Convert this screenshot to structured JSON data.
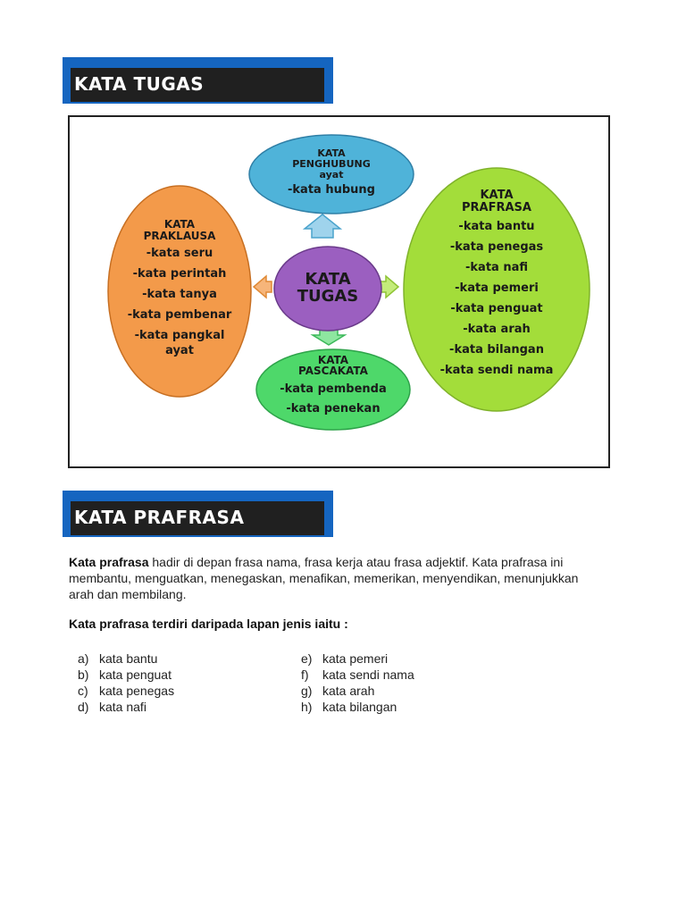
{
  "section1": {
    "title": "KATA TUGAS"
  },
  "diagram": {
    "center": {
      "line1": "KATA",
      "line2": "TUGAS"
    },
    "top": {
      "title1": "KATA",
      "title2": "PENGHUBUNG",
      "title3": "ayat",
      "items": [
        "-kata hubung"
      ]
    },
    "left": {
      "title1": "KATA",
      "title2": "PRAKLAUSA",
      "items": [
        "-kata seru",
        "-kata perintah",
        "-kata tanya",
        "-kata pembenar",
        "-kata pangkal",
        "ayat"
      ]
    },
    "right": {
      "title1": "KATA",
      "title2": "PRAFRASA",
      "items": [
        "-kata bantu",
        "-kata penegas",
        "-kata nafi",
        "-kata pemeri",
        "-kata penguat",
        "-kata arah",
        "-kata bilangan",
        "-kata sendi nama"
      ]
    },
    "bottom": {
      "title1": "KATA",
      "title2": "PASCAKATA",
      "items": [
        "-kata pembenda",
        "-kata penekan"
      ]
    },
    "colors": {
      "top": "#4fb3d9",
      "left": "#f39a4a",
      "right": "#a3dd3a",
      "bottom": "#4ed86a",
      "center": "#9b5fc0"
    }
  },
  "section2": {
    "title": "KATA PRAFRASA"
  },
  "intro": {
    "lead": "Kata prafrasa",
    "line1": " hadir di depan frasa nama, frasa kerja atau frasa adjektif. Kata prafrasa ini",
    "line2": "membantu, menguatkan, menegaskan, menafikan, memerikan, menyendikan, menunjukkan",
    "line3": "arah dan membilang."
  },
  "subheading": "Kata prafrasa terdiri daripada lapan jenis iaitu :",
  "list_left": [
    {
      "marker": "a)",
      "text": "kata bantu"
    },
    {
      "marker": "b)",
      "text": "kata penguat"
    },
    {
      "marker": "c)",
      "text": "kata penegas"
    },
    {
      "marker": "d)",
      "text": "kata nafi"
    }
  ],
  "list_right": [
    {
      "marker": "e)",
      "text": "kata pemeri"
    },
    {
      "marker": "f)",
      "text": "kata sendi nama"
    },
    {
      "marker": "g)",
      "text": "kata arah"
    },
    {
      "marker": "h)",
      "text": "kata bilangan"
    }
  ]
}
